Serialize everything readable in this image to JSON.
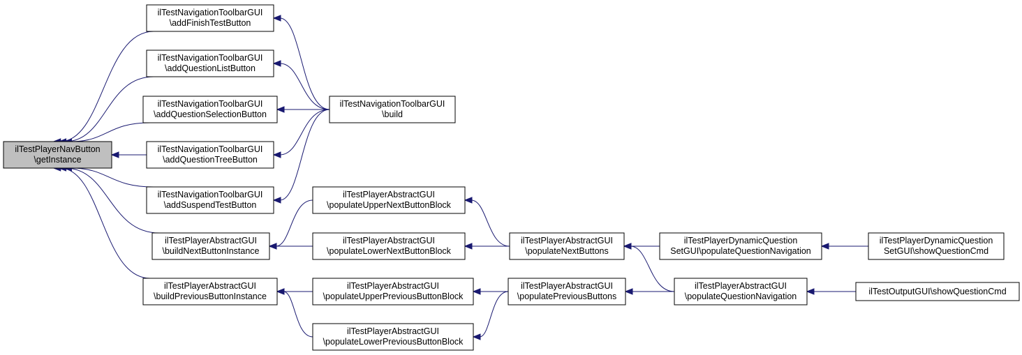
{
  "nodes": [
    {
      "id": "n0",
      "line1": "ilTestPlayerNavButton",
      "line2": "\\getInstance",
      "highlight": true
    },
    {
      "id": "n1",
      "line1": "ilTestNavigationToolbarGUI",
      "line2": "\\addFinishTestButton"
    },
    {
      "id": "n2",
      "line1": "ilTestNavigationToolbarGUI",
      "line2": "\\addQuestionListButton"
    },
    {
      "id": "n3",
      "line1": "ilTestNavigationToolbarGUI",
      "line2": "\\addQuestionSelectionButton"
    },
    {
      "id": "n4",
      "line1": "ilTestNavigationToolbarGUI",
      "line2": "\\addQuestionTreeButton"
    },
    {
      "id": "n5",
      "line1": "ilTestNavigationToolbarGUI",
      "line2": "\\addSuspendTestButton"
    },
    {
      "id": "n6",
      "line1": "ilTestPlayerAbstractGUI",
      "line2": "\\buildNextButtonInstance"
    },
    {
      "id": "n7",
      "line1": "ilTestPlayerAbstractGUI",
      "line2": "\\buildPreviousButtonInstance"
    },
    {
      "id": "n8",
      "line1": "ilTestNavigationToolbarGUI",
      "line2": "\\build"
    },
    {
      "id": "n9",
      "line1": "ilTestPlayerAbstractGUI",
      "line2": "\\populateUpperNextButtonBlock"
    },
    {
      "id": "n10",
      "line1": "ilTestPlayerAbstractGUI",
      "line2": "\\populateLowerNextButtonBlock"
    },
    {
      "id": "n11",
      "line1": "ilTestPlayerAbstractGUI",
      "line2": "\\populateUpperPreviousButtonBlock"
    },
    {
      "id": "n12",
      "line1": "ilTestPlayerAbstractGUI",
      "line2": "\\populateLowerPreviousButtonBlock"
    },
    {
      "id": "n13",
      "line1": "ilTestPlayerAbstractGUI",
      "line2": "\\populateNextButtons"
    },
    {
      "id": "n14",
      "line1": "ilTestPlayerAbstractGUI",
      "line2": "\\populatePreviousButtons"
    },
    {
      "id": "n15",
      "line1": "ilTestPlayerDynamicQuestion",
      "line2": "SetGUI\\populateQuestionNavigation"
    },
    {
      "id": "n16",
      "line1": "ilTestPlayerAbstractGUI",
      "line2": "\\populateQuestionNavigation"
    },
    {
      "id": "n17",
      "line1": "ilTestPlayerDynamicQuestion",
      "line2": "SetGUI\\showQuestionCmd"
    },
    {
      "id": "n18",
      "line1": "ilTestOutputGUI\\showQuestionCmd",
      "line2": ""
    }
  ],
  "edges": [
    {
      "from": "n1",
      "to": "n0"
    },
    {
      "from": "n2",
      "to": "n0"
    },
    {
      "from": "n3",
      "to": "n0"
    },
    {
      "from": "n4",
      "to": "n0"
    },
    {
      "from": "n5",
      "to": "n0"
    },
    {
      "from": "n6",
      "to": "n0"
    },
    {
      "from": "n7",
      "to": "n0"
    },
    {
      "from": "n8",
      "to": "n1"
    },
    {
      "from": "n8",
      "to": "n2"
    },
    {
      "from": "n8",
      "to": "n3"
    },
    {
      "from": "n8",
      "to": "n4"
    },
    {
      "from": "n8",
      "to": "n5"
    },
    {
      "from": "n9",
      "to": "n6"
    },
    {
      "from": "n10",
      "to": "n6"
    },
    {
      "from": "n11",
      "to": "n7"
    },
    {
      "from": "n12",
      "to": "n7"
    },
    {
      "from": "n13",
      "to": "n9"
    },
    {
      "from": "n13",
      "to": "n10"
    },
    {
      "from": "n14",
      "to": "n11"
    },
    {
      "from": "n14",
      "to": "n12"
    },
    {
      "from": "n15",
      "to": "n13"
    },
    {
      "from": "n16",
      "to": "n13"
    },
    {
      "from": "n16",
      "to": "n14"
    },
    {
      "from": "n17",
      "to": "n15"
    },
    {
      "from": "n18",
      "to": "n16"
    }
  ]
}
